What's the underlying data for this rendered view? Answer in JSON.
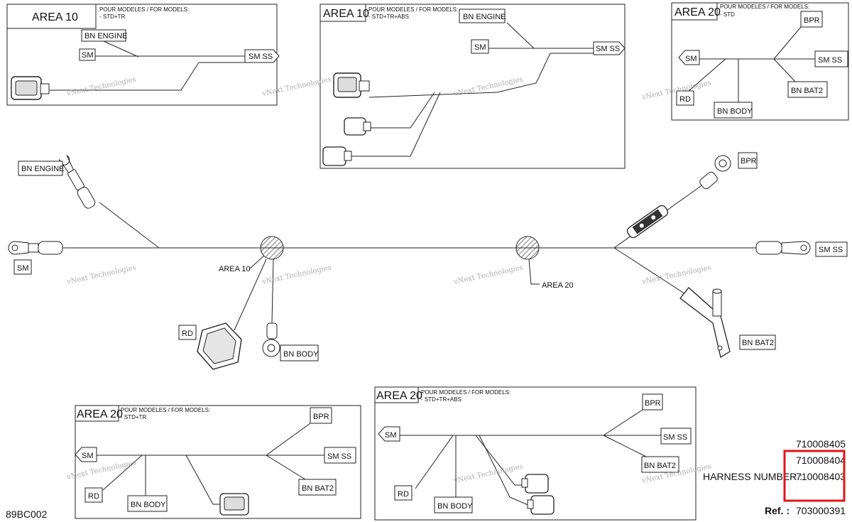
{
  "diagram_code": "89BC002",
  "watermark": {
    "line1": "vNext Technologies",
    "line2": "vNext",
    "line3": "Technologies"
  },
  "insets": {
    "a10_std_tr": {
      "area": "AREA 10",
      "models_title": "POUR MODELES / FOR MODELS:",
      "models": "- STD+TR",
      "labels": {
        "bn_engine": "BN ENGINE",
        "sm": "SM",
        "sm_ss": "SM SS"
      }
    },
    "a10_std_tr_abs": {
      "area": "AREA 10",
      "models_title": "POUR MODELES / FOR MODELS:",
      "models": "- STD+TR+ABS",
      "labels": {
        "bn_engine": "BN ENGINE",
        "sm": "SM",
        "sm_ss": "SM SS"
      }
    },
    "a20_std": {
      "area": "AREA 20",
      "models_title": "POUR MODELES / FOR MODELS:",
      "models": "- STD",
      "labels": {
        "bpr": "BPR",
        "sm": "SM",
        "sm_ss": "SM SS",
        "bn_bat2": "BN BAT2",
        "rd": "RD",
        "bn_body": "BN BODY"
      }
    },
    "a20_std_tr": {
      "area": "AREA 20",
      "models_title": "POUR MODELES / FOR MODELS:",
      "models": "- STD+TR",
      "labels": {
        "bpr": "BPR",
        "sm": "SM",
        "sm_ss": "SM SS",
        "bn_bat2": "BN BAT2",
        "rd": "RD",
        "bn_body": "BN BODY"
      }
    },
    "a20_std_tr_abs": {
      "area": "AREA 20",
      "models_title": "POUR MODELES / FOR MODELS:",
      "models": "- STD+TR+ABS",
      "labels": {
        "bpr": "BPR",
        "sm": "SM",
        "sm_ss": "SM SS",
        "bn_bat2": "BN BAT2",
        "rd": "RD",
        "bn_body": "BN BODY"
      }
    }
  },
  "main": {
    "bn_engine": "BN ENGINE",
    "sm": "SM",
    "area10": "AREA 10",
    "area20": "AREA 20",
    "rd": "RD",
    "bn_body": "BN BODY",
    "bpr": "BPR",
    "sm_ss": "SM SS",
    "bn_bat2": "BN BAT2"
  },
  "harness": {
    "numbers": [
      "710008405",
      "710008404",
      "710008403"
    ],
    "label": "HARNESS NUMBER :",
    "ref_label": "Ref. :",
    "ref_value": "703000391",
    "highlight_color": "#e0161b"
  }
}
